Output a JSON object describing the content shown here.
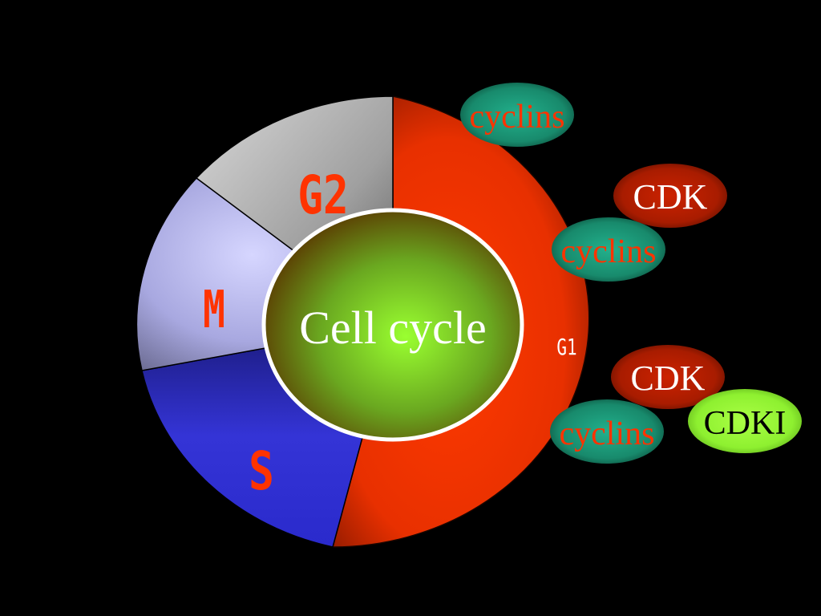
{
  "center": {
    "label": "Cell cycle"
  },
  "phases": {
    "g1": {
      "label": "G1",
      "color": "#ff3300"
    },
    "s": {
      "label": "S",
      "color": "#3333d6"
    },
    "m": {
      "label": "M",
      "color": "#c8c8ff"
    },
    "g2": {
      "label": "G2",
      "color": "#c8c8c8"
    }
  },
  "molecules": {
    "cyclins_1": {
      "label": "cyclins",
      "fill": "#1a9a7a",
      "text_color": "#ff3300"
    },
    "cdk_1": {
      "label": "CDK",
      "fill": "#b32000",
      "text_color": "#ffffff"
    },
    "cyclins_2": {
      "label": "cyclins",
      "fill": "#1a9a7a",
      "text_color": "#ff3300"
    },
    "cdk_2": {
      "label": "CDK",
      "fill": "#b32000",
      "text_color": "#ffffff"
    },
    "cdki": {
      "label": "CDKI",
      "fill": "#99ff33",
      "text_color": "#000000"
    },
    "cyclins_3": {
      "label": "cyclins",
      "fill": "#1a9a7a",
      "text_color": "#ff3300"
    }
  },
  "phase_label_color": "#ff3300",
  "g1_label_color": "#ffffff"
}
